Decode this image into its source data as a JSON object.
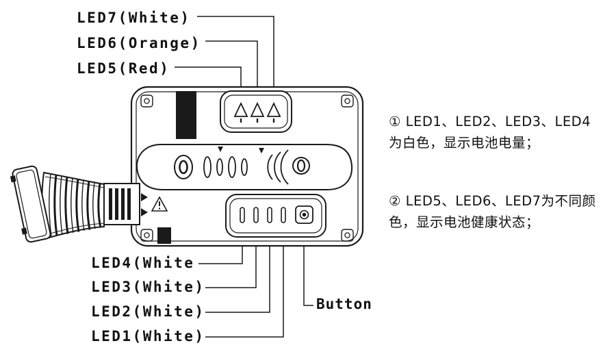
{
  "diagram": {
    "top_labels": [
      {
        "id": "led7",
        "text": "LED7(White)"
      },
      {
        "id": "led6",
        "text": "LED6(Orange)"
      },
      {
        "id": "led5",
        "text": "LED5(Red)"
      }
    ],
    "bottom_labels": [
      {
        "id": "led4",
        "text": "LED4(White"
      },
      {
        "id": "led3",
        "text": "LED3(White)"
      },
      {
        "id": "led2",
        "text": "LED2(White)"
      },
      {
        "id": "led1",
        "text": "LED1(White)"
      }
    ],
    "button_label": "Button",
    "notes": [
      {
        "lines": [
          "① LED1、LED2、LED3、LED4",
          "为白色，显示电池电量；"
        ]
      },
      {
        "lines": [
          "② LED5、LED6、LED7为不同颜",
          "色，显示电池健康状态；"
        ]
      }
    ],
    "colors": {
      "line": "#1a1a1a",
      "background": "#ffffff"
    }
  }
}
